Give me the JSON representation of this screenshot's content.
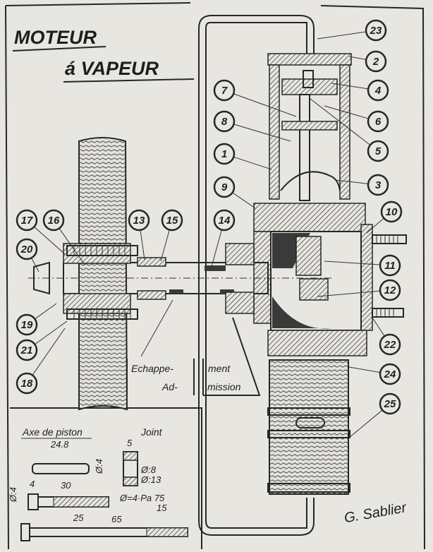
{
  "title": {
    "line1": "MOTEUR",
    "line2": "á VAPEUR"
  },
  "callouts": [
    "23",
    "2",
    "4",
    "6",
    "5",
    "3",
    "7",
    "8",
    "1",
    "9",
    "10",
    "11",
    "12",
    "22",
    "24",
    "25",
    "17",
    "16",
    "13",
    "15",
    "14",
    "20",
    "19",
    "21",
    "18"
  ],
  "port_labels": {
    "exhaust_1": "Echappe-",
    "exhaust_2": "ment",
    "intake_1": "Ad-",
    "intake_2": "mission"
  },
  "details": {
    "piston_axle": {
      "title": "Axe de piston",
      "length": "24.8",
      "diameter": "Ø:4"
    },
    "gasket": {
      "title": "Joint",
      "thickness": "5",
      "inner_dia": "Ø:8",
      "outer_dia": "Ø:13"
    },
    "screw_short": {
      "head": "4",
      "length": "30",
      "thread": "25",
      "dia": "Ø:4"
    },
    "screw_long": {
      "thread_spec": "Ø=4·Pa 75",
      "length": "65",
      "thread": "15"
    }
  },
  "signature": "G. Sablier",
  "colors": {
    "paper": "#e8e6e1",
    "ink": "#262626"
  }
}
